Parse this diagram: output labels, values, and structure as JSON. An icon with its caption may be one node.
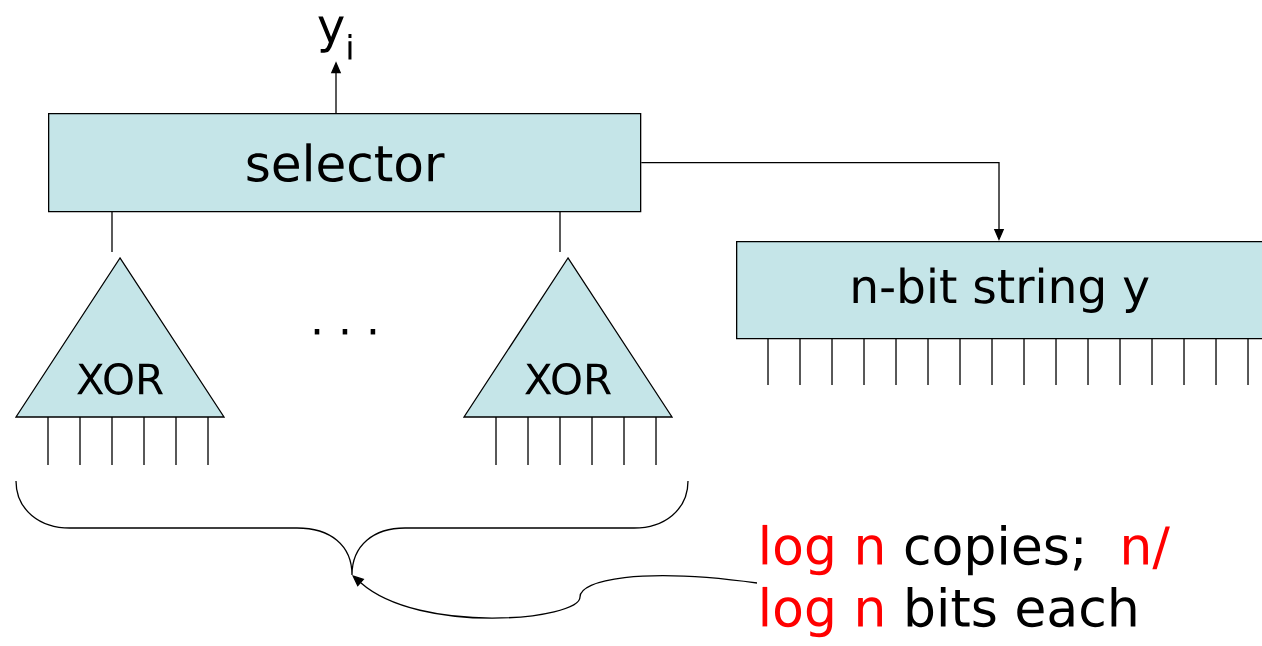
{
  "diagram": {
    "nodes": [
      {
        "text": [
          "y$_{i}$"
        ]
      },
      {
        "text": [
          "selector"
        ]
      },
      {
        "text": [
          "n-bit string y"
        ]
      },
      {
        "text": [
          "XOR"
        ]
      },
      {
        "text": [
          "XOR"
        ]
      },
      {
        "text": [
          "log n",
          "copies;",
          "n/",
          "log n",
          "bits each"
        ]
      },
      {
        "text": [],
        "shape": "brace"
      }
    ],
    "edges": [
      {
        "from": 1,
        "to": 0,
        "arrow": "to"
      },
      {
        "from": 1,
        "to": 2,
        "arrow": "to"
      },
      {
        "from": 3,
        "to": 1,
        "arrow": "none"
      },
      {
        "from": 4,
        "to": 1,
        "arrow": "none"
      },
      {
        "from": 5,
        "to": 6,
        "arrow": "to"
      }
    ],
    "labels": [
      "· · ·"
    ]
  }
}
